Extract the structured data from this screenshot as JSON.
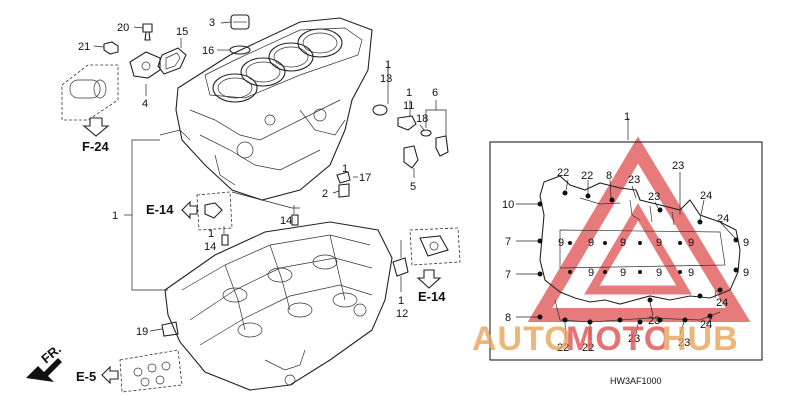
{
  "diagram": {
    "callouts": [
      "20",
      "21",
      "3",
      "16",
      "15",
      "4",
      "13",
      "11",
      "6",
      "18",
      "5",
      "17",
      "2",
      "1",
      "14",
      "19",
      "12"
    ],
    "callout_1_top": "1",
    "callout_1_left": "1",
    "callout_1_mid": "1",
    "callout_1_right": "1",
    "callout_1_panel": "1",
    "callout_14_a": "14",
    "callout_14_b": "14",
    "refs": {
      "f24": "F-24",
      "e14_left": "E-14",
      "e14_right": "E-14",
      "e5": "E-5",
      "fr": "FR."
    },
    "panel_labels": {
      "left": [
        "10",
        "7",
        "7",
        "8"
      ],
      "top": [
        "22",
        "22",
        "8",
        "23",
        "23",
        "23",
        "24",
        "24"
      ],
      "nine": "9",
      "bottom": [
        "22",
        "22",
        "23",
        "23",
        "24"
      ],
      "right_24": [
        "24",
        "24"
      ]
    },
    "code": "HW3AF1000"
  },
  "watermark": {
    "auto": "AUTO",
    "moto": "MOTO",
    "hub": "HUB",
    "color_main": "#e8a55a",
    "color_accent": "#e05050"
  }
}
